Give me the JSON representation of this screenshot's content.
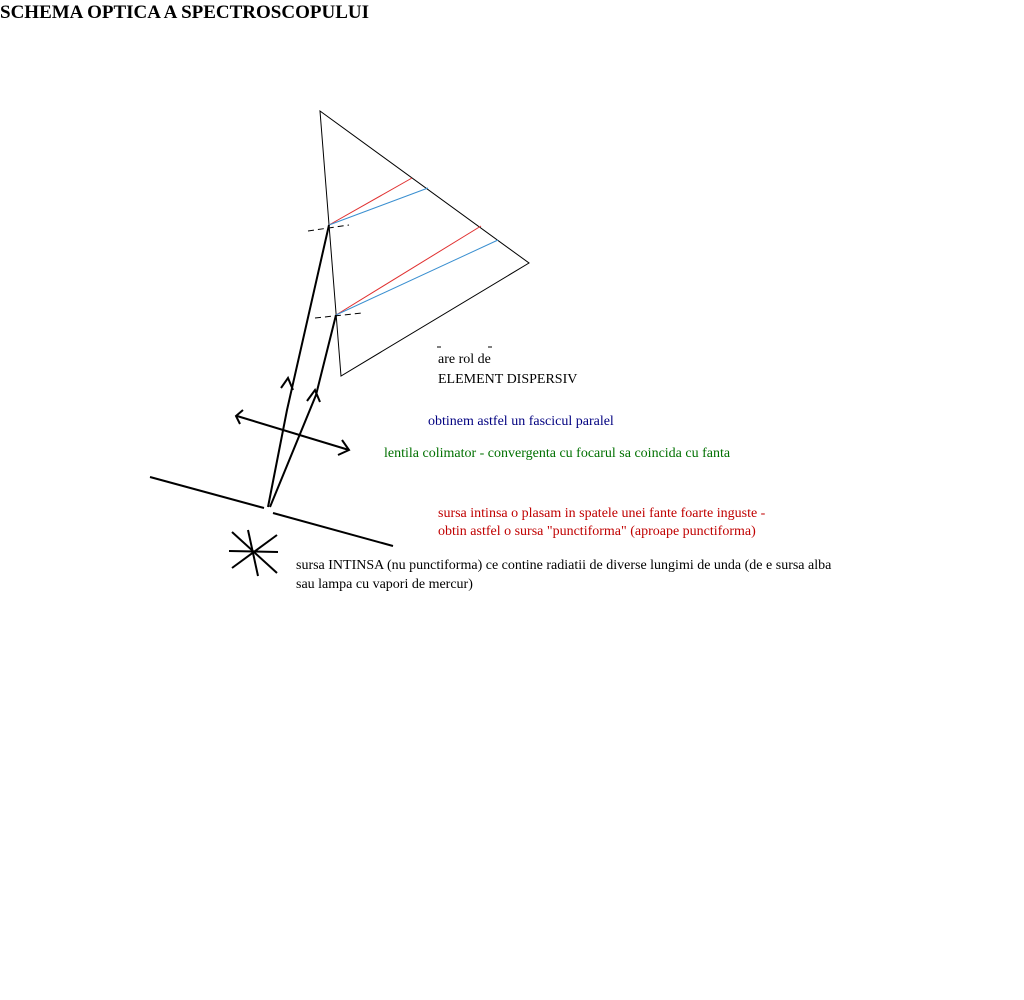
{
  "title": "SCHEMA OPTICA A SPECTROSCOPULUI",
  "colors": {
    "ink": "#000000",
    "red_ray": "#e03030",
    "blue_ray": "#3a8fd0",
    "label_blue": "#000080",
    "label_green": "#007000",
    "label_red": "#c00000"
  },
  "labels": {
    "prism_line1": "are rol de",
    "prism_line2": "ELEMENT DISPERSIV",
    "parallel_beam": "obtinem astfel un fascicul paralel",
    "collimator_lens": "lentila colimator - convergenta cu focarul sa coincida cu fanta",
    "slit_line1": "sursa intinsa o plasam in spatele unei fante foarte inguste -",
    "slit_line2": "obtin astfel o sursa \"punctiforma\" (aproape punctiforma)",
    "source_line1": "sursa INTINSA (nu punctiforma) ce contine radiatii de diverse lungimi de unda (de e sursa alba",
    "source_line2": "sau lampa cu vapori de mercur)"
  }
}
